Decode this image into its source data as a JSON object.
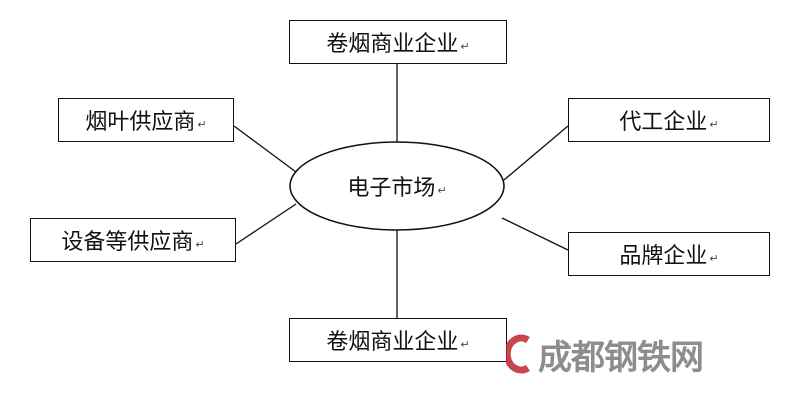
{
  "diagram": {
    "center": "电子市场",
    "nodes": {
      "top": "卷烟商业企业",
      "bottom": "卷烟商业企业",
      "left_top": "烟叶供应商",
      "left_bottom": "设备等供应商",
      "right_top": "代工企业",
      "right_bottom": "品牌企业"
    },
    "paragraph_mark": "↵"
  },
  "watermark": {
    "text": "成都钢铁网"
  }
}
